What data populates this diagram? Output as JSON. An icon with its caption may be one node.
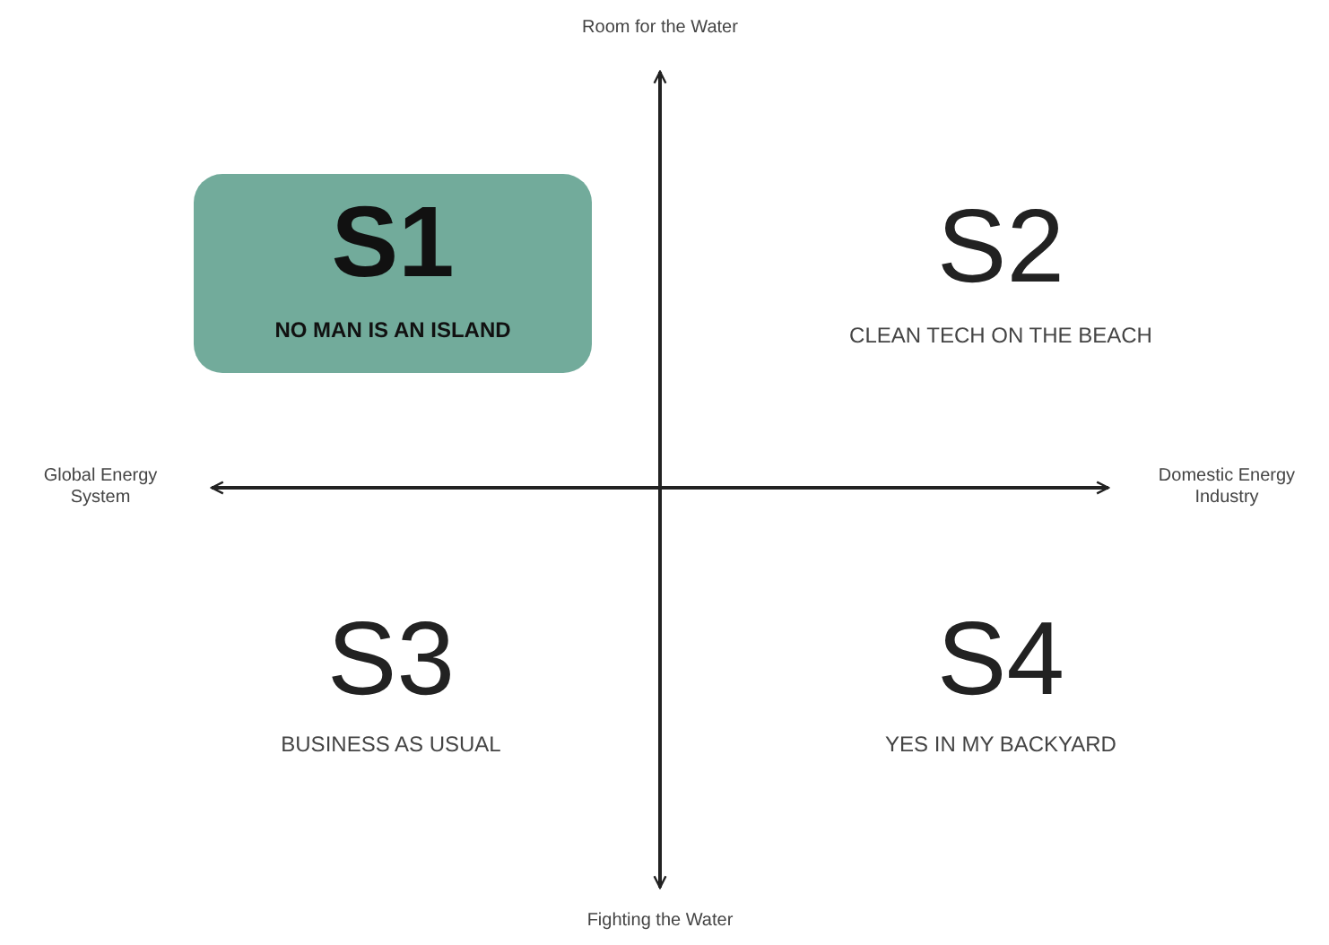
{
  "diagram": {
    "nodes": [
      {
        "text": [
          "S1",
          "NO MAN IS AN ISLAND"
        ]
      }
    ],
    "edges": [],
    "labels": [
      "Room for the Water",
      "S2",
      "CLEAN TECH ON THE BEACH",
      "Global Energy System",
      "Domestic Energy Industry",
      "S3",
      "BUSINESS AS USUAL",
      "S4",
      "YES IN MY BACKYARD",
      "Fighting the Water"
    ]
  }
}
